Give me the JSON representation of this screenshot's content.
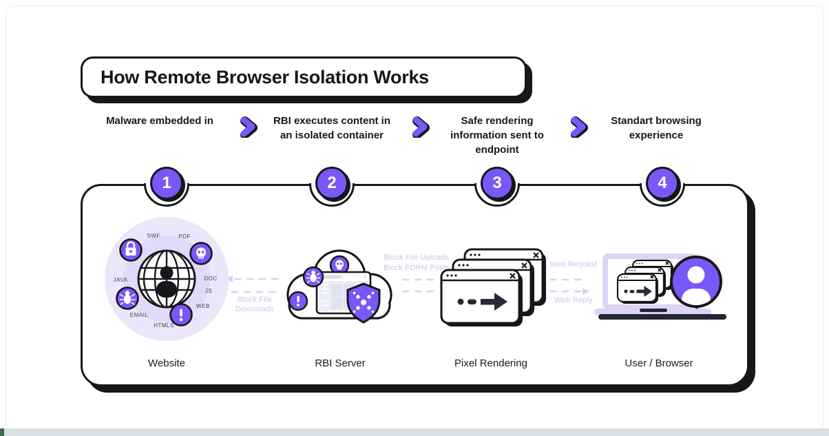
{
  "header": {
    "title": "How Remote Browser Isolation Works"
  },
  "steps": [
    {
      "number": "1",
      "label": "Malware embedded in",
      "caption": "Website"
    },
    {
      "number": "2",
      "label": "RBI executes content in an isolated container",
      "caption": "RBI Server"
    },
    {
      "number": "3",
      "label": "Safe rendering information sent to endpoint",
      "caption": "Pixel Rendering"
    },
    {
      "number": "4",
      "label": "Standart browsing experience",
      "caption": "User / Browser"
    }
  ],
  "flow_labels": {
    "block_file_downloads": "Block File Downloads",
    "block_file_uploads": "Block File Uploads",
    "block_form_posts": "Block FORM Posts",
    "web_request": "Web Request",
    "web_reply": "Web Reply"
  },
  "website_labels": {
    "swf": "SWF",
    "pdf": "PDF",
    "java": "JAVA",
    "doc": "DOC",
    "js": "JS",
    "web": "WEB",
    "email": "EMAIL",
    "htmls": "HTMLS"
  },
  "colors": {
    "accent": "#7A57F7",
    "ink": "#17171b",
    "lavender_light": "#ECE6FB",
    "lavender_mid": "#E2DAF9",
    "laptop_lavender": "#DCD3F6",
    "dash_line": "#D8D0F4",
    "flow_text": "#C8C6EC",
    "bottom_strip": "#D9E0E6",
    "bottom_accent": "#41694C"
  }
}
